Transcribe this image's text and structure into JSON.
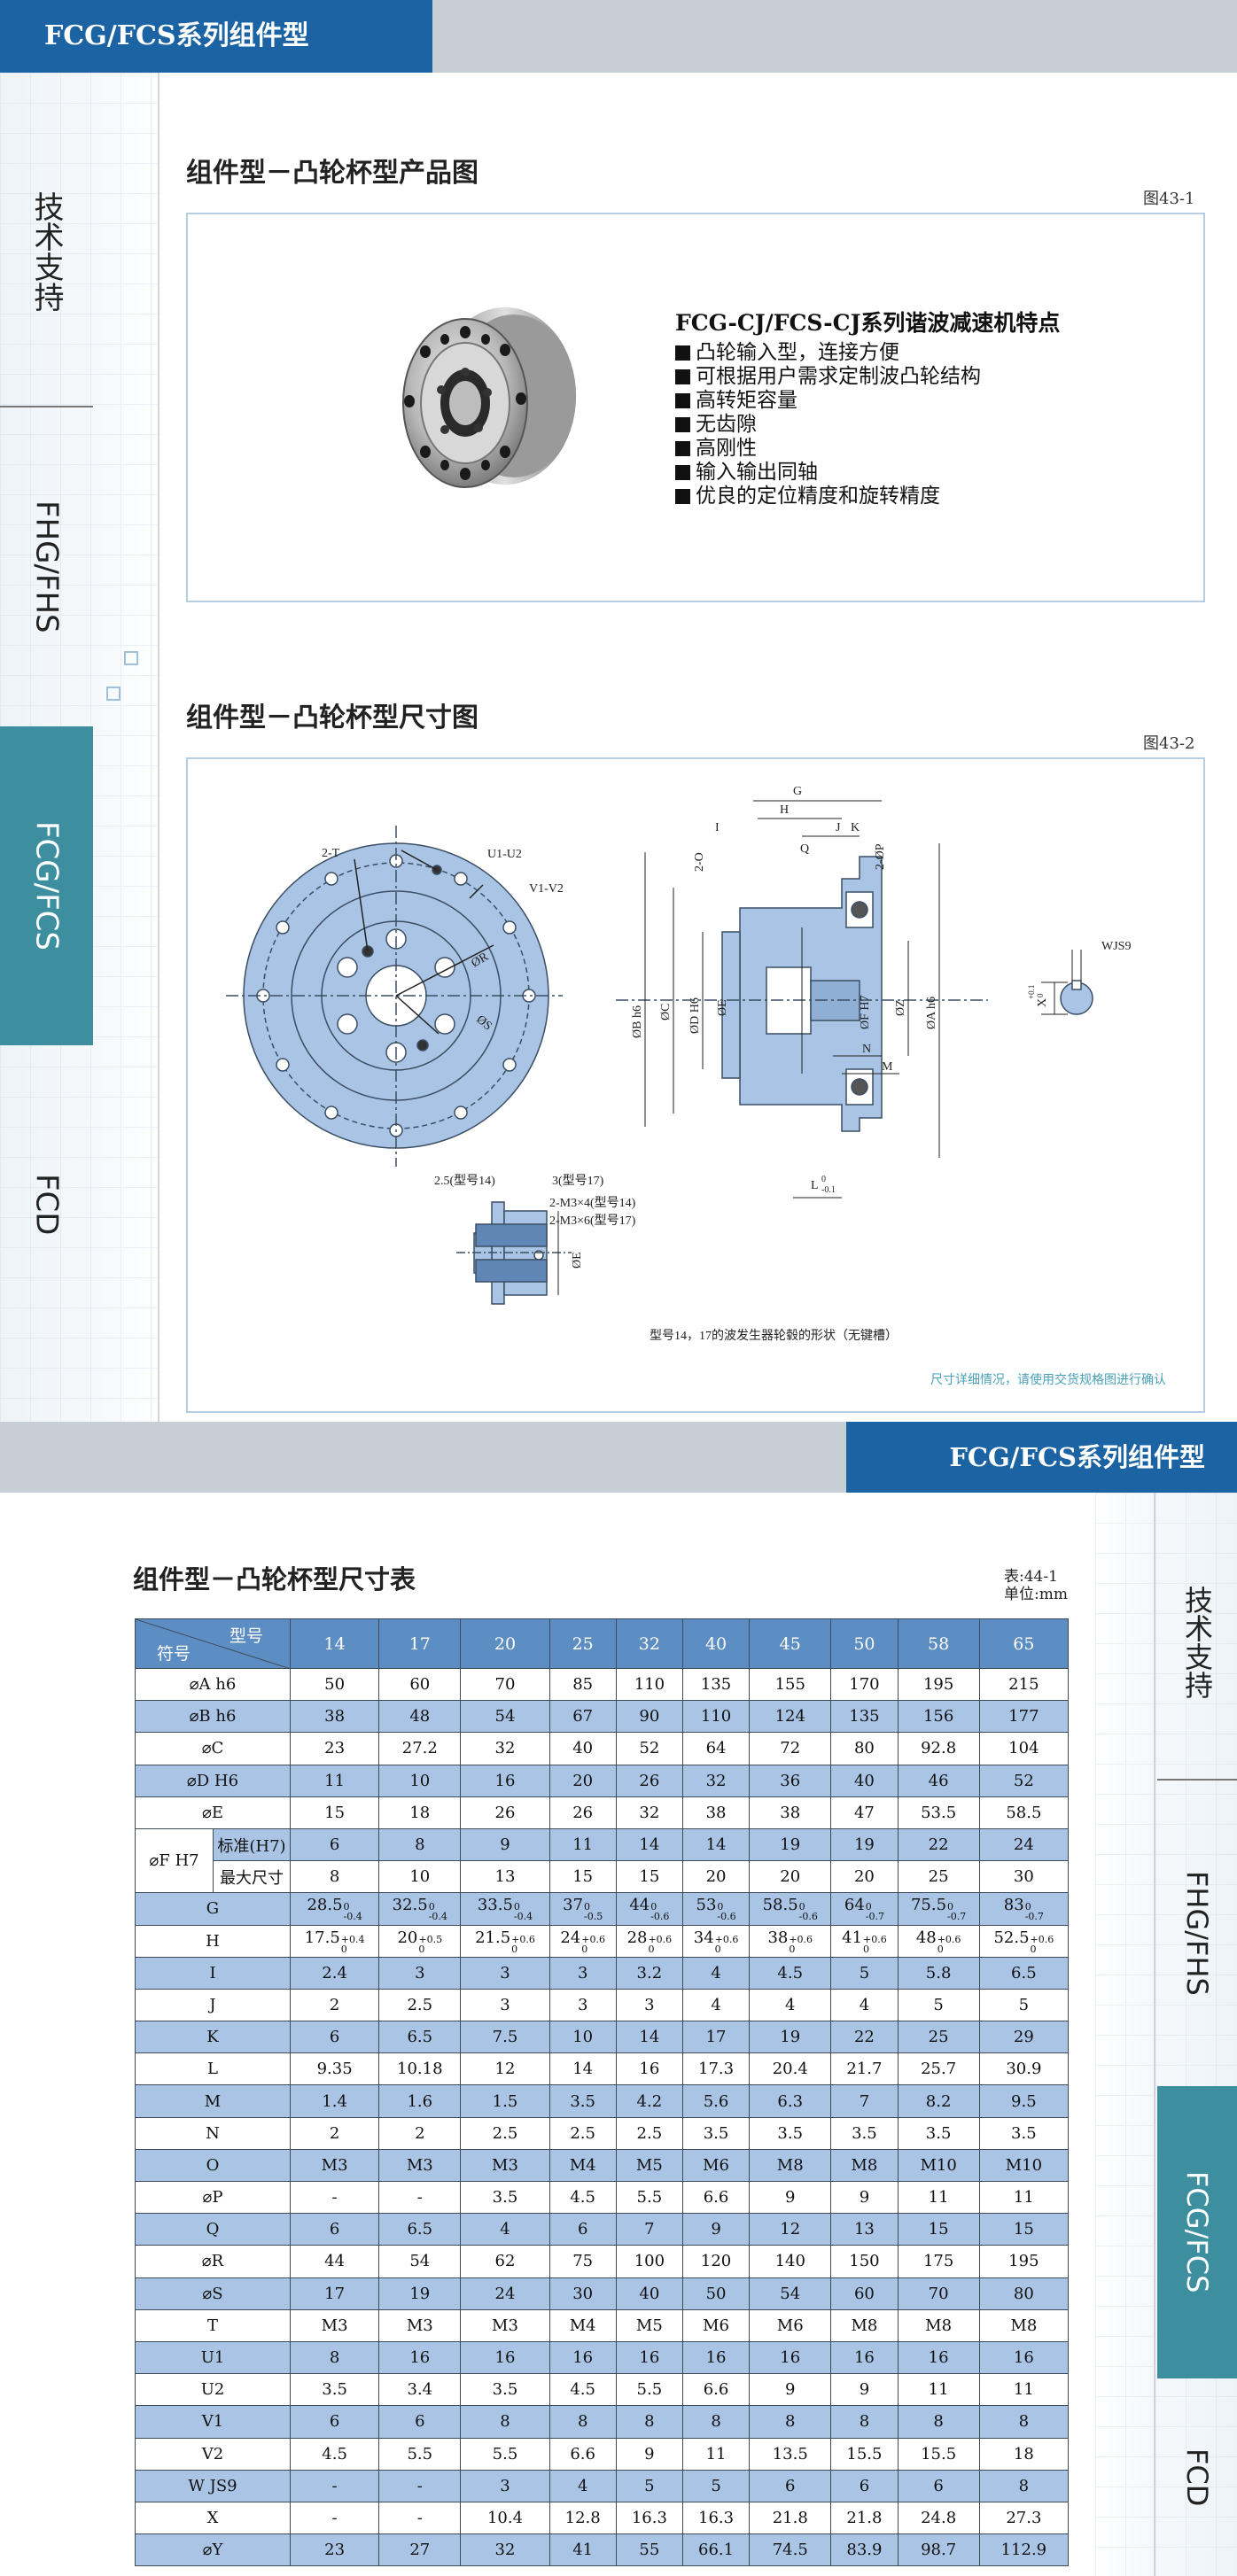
{
  "page1": {
    "header_title": "FCG/FCS系列组件型",
    "sidebar_tabs": [
      "技术支持",
      "FHG/FHS",
      "FCG/FCS",
      "FCD"
    ],
    "section1": {
      "title": "组件型－凸轮杯型产品图",
      "figure_label": "图43-1",
      "features_title": "FCG-CJ/FCS-CJ系列谐波减速机特点",
      "features": [
        "凸轮输入型，连接方便",
        "可根据用户需求定制波凸轮结构",
        "高转矩容量",
        "无齿隙",
        "高刚性",
        "输入输出同轴",
        "优良的定位精度和旋转精度"
      ]
    },
    "section2": {
      "title": "组件型－凸轮杯型尺寸图",
      "figure_label": "图43-2",
      "labels": {
        "t2": "2-T",
        "u1u2": "U1-U2",
        "v1v2": "V1-V2",
        "r": "ØR",
        "s": "ØS",
        "g": "G",
        "h": "H",
        "i": "I",
        "j": "J",
        "k": "K",
        "q": "Q",
        "o2": "2-O",
        "p2": "2-ØP",
        "b": "ØB h6",
        "c": "ØC",
        "d": "ØD H6",
        "e": "ØE",
        "f": "ØF H7",
        "z": "ØZ",
        "a": "ØA h6",
        "n": "N",
        "m": "M",
        "l": "L",
        "l_tol": "0",
        "l_tol2": "-0.1",
        "wjs9": "WJS9",
        "x": "X",
        "x_tol": "+0.1",
        "x_tol2": "0",
        "d25": "2.5(型号14)",
        "d3": "3(型号17)",
        "m3x4": "2-M3×4(型号14)",
        "m3x6": "2-M3×6(型号17)",
        "e2": "ØE"
      },
      "caption": "型号14，17的波发生器轮毂的形状（无键槽）",
      "note": "尺寸详细情况，请使用交货规格图进行确认"
    }
  },
  "page2": {
    "header_title": "FCG/FCS系列组件型",
    "sidebar_tabs": [
      "技术支持",
      "FHG/FHS",
      "FCG/FCS",
      "FCD"
    ],
    "table_title": "组件型－凸轮杯型尺寸表",
    "table_no": "表:44-1",
    "unit": "单位:mm",
    "corner_model": "型号",
    "corner_symbol": "符号",
    "f_group_label": "⌀F H7",
    "models": [
      "14",
      "17",
      "20",
      "25",
      "32",
      "40",
      "45",
      "50",
      "58",
      "65"
    ],
    "rows": [
      {
        "symbol": "⌀A h6",
        "values": [
          "50",
          "60",
          "70",
          "85",
          "110",
          "135",
          "155",
          "170",
          "195",
          "215"
        ]
      },
      {
        "symbol": "⌀B h6",
        "values": [
          "38",
          "48",
          "54",
          "67",
          "90",
          "110",
          "124",
          "135",
          "156",
          "177"
        ]
      },
      {
        "symbol": "⌀C",
        "values": [
          "23",
          "27.2",
          "32",
          "40",
          "52",
          "64",
          "72",
          "80",
          "92.8",
          "104"
        ]
      },
      {
        "symbol": "⌀D H6",
        "values": [
          "11",
          "10",
          "16",
          "20",
          "26",
          "32",
          "36",
          "40",
          "46",
          "52"
        ]
      },
      {
        "symbol": "⌀E",
        "values": [
          "15",
          "18",
          "26",
          "26",
          "32",
          "38",
          "38",
          "47",
          "53.5",
          "58.5"
        ]
      },
      {
        "symbol": "标准(H7)",
        "group": "F",
        "values": [
          "6",
          "8",
          "9",
          "11",
          "14",
          "14",
          "19",
          "19",
          "22",
          "24"
        ]
      },
      {
        "symbol": "最大尺寸",
        "group": "F",
        "values": [
          "8",
          "10",
          "13",
          "15",
          "15",
          "20",
          "20",
          "20",
          "25",
          "30"
        ]
      },
      {
        "symbol": "G",
        "values": [
          "28.5",
          "32.5",
          "33.5",
          "37",
          "44",
          "53",
          "58.5",
          "64",
          "75.5",
          "83"
        ],
        "tol_upper": [
          "0",
          "0",
          "0",
          "0",
          "0",
          "0",
          "0",
          "0",
          "0",
          "0"
        ],
        "tol_lower": [
          "-0.4",
          "-0.4",
          "-0.4",
          "-0.5",
          "-0.6",
          "-0.6",
          "-0.6",
          "-0.7",
          "-0.7",
          "-0.7"
        ]
      },
      {
        "symbol": "H",
        "values": [
          "17.5",
          "20",
          "21.5",
          "24",
          "28",
          "34",
          "38",
          "41",
          "48",
          "52.5"
        ],
        "tol_upper": [
          "+0.4",
          "+0.5",
          "+0.6",
          "+0.6",
          "+0.6",
          "+0.6",
          "+0.6",
          "+0.6",
          "+0.6",
          "+0.6"
        ],
        "tol_lower": [
          "0",
          "0",
          "0",
          "0",
          "0",
          "0",
          "0",
          "0",
          "0",
          "0"
        ]
      },
      {
        "symbol": "I",
        "values": [
          "2.4",
          "3",
          "3",
          "3",
          "3.2",
          "4",
          "4.5",
          "5",
          "5.8",
          "6.5"
        ]
      },
      {
        "symbol": "J",
        "values": [
          "2",
          "2.5",
          "3",
          "3",
          "3",
          "4",
          "4",
          "4",
          "5",
          "5"
        ]
      },
      {
        "symbol": "K",
        "values": [
          "6",
          "6.5",
          "7.5",
          "10",
          "14",
          "17",
          "19",
          "22",
          "25",
          "29"
        ]
      },
      {
        "symbol": "L",
        "values": [
          "9.35",
          "10.18",
          "12",
          "14",
          "16",
          "17.3",
          "20.4",
          "21.7",
          "25.7",
          "30.9"
        ]
      },
      {
        "symbol": "M",
        "values": [
          "1.4",
          "1.6",
          "1.5",
          "3.5",
          "4.2",
          "5.6",
          "6.3",
          "7",
          "8.2",
          "9.5"
        ]
      },
      {
        "symbol": "N",
        "values": [
          "2",
          "2",
          "2.5",
          "2.5",
          "2.5",
          "3.5",
          "3.5",
          "3.5",
          "3.5",
          "3.5"
        ]
      },
      {
        "symbol": "O",
        "values": [
          "M3",
          "M3",
          "M3",
          "M4",
          "M5",
          "M6",
          "M8",
          "M8",
          "M10",
          "M10"
        ]
      },
      {
        "symbol": "⌀P",
        "values": [
          "-",
          "-",
          "3.5",
          "4.5",
          "5.5",
          "6.6",
          "9",
          "9",
          "11",
          "11"
        ]
      },
      {
        "symbol": "Q",
        "values": [
          "6",
          "6.5",
          "4",
          "6",
          "7",
          "9",
          "12",
          "13",
          "15",
          "15"
        ]
      },
      {
        "symbol": "⌀R",
        "values": [
          "44",
          "54",
          "62",
          "75",
          "100",
          "120",
          "140",
          "150",
          "175",
          "195"
        ]
      },
      {
        "symbol": "⌀S",
        "values": [
          "17",
          "19",
          "24",
          "30",
          "40",
          "50",
          "54",
          "60",
          "70",
          "80"
        ]
      },
      {
        "symbol": "T",
        "values": [
          "M3",
          "M3",
          "M3",
          "M4",
          "M5",
          "M6",
          "M6",
          "M8",
          "M8",
          "M8"
        ]
      },
      {
        "symbol": "U1",
        "values": [
          "8",
          "16",
          "16",
          "16",
          "16",
          "16",
          "16",
          "16",
          "16",
          "16"
        ]
      },
      {
        "symbol": "U2",
        "values": [
          "3.5",
          "3.4",
          "3.5",
          "4.5",
          "5.5",
          "6.6",
          "9",
          "9",
          "11",
          "11"
        ]
      },
      {
        "symbol": "V1",
        "values": [
          "6",
          "6",
          "8",
          "8",
          "8",
          "8",
          "8",
          "8",
          "8",
          "8"
        ]
      },
      {
        "symbol": "V2",
        "values": [
          "4.5",
          "5.5",
          "5.5",
          "6.6",
          "9",
          "11",
          "13.5",
          "15.5",
          "15.5",
          "18"
        ]
      },
      {
        "symbol": "W JS9",
        "values": [
          "-",
          "-",
          "3",
          "4",
          "5",
          "5",
          "6",
          "6",
          "6",
          "8"
        ]
      },
      {
        "symbol": "X",
        "values": [
          "-",
          "-",
          "10.4",
          "12.8",
          "16.3",
          "16.3",
          "21.8",
          "21.8",
          "24.8",
          "27.3"
        ]
      },
      {
        "symbol": "⌀Y",
        "values": [
          "23",
          "27",
          "32",
          "41",
          "55",
          "66.1",
          "74.5",
          "83.9",
          "98.7",
          "112.9"
        ]
      }
    ]
  },
  "colors": {
    "brand_blue": "#1b63a3",
    "teal_tab": "#3d8fa0",
    "table_header": "#5d8ec3",
    "table_alt_row": "#a9c4e4",
    "drawing_fill": "#a9c4e4"
  }
}
